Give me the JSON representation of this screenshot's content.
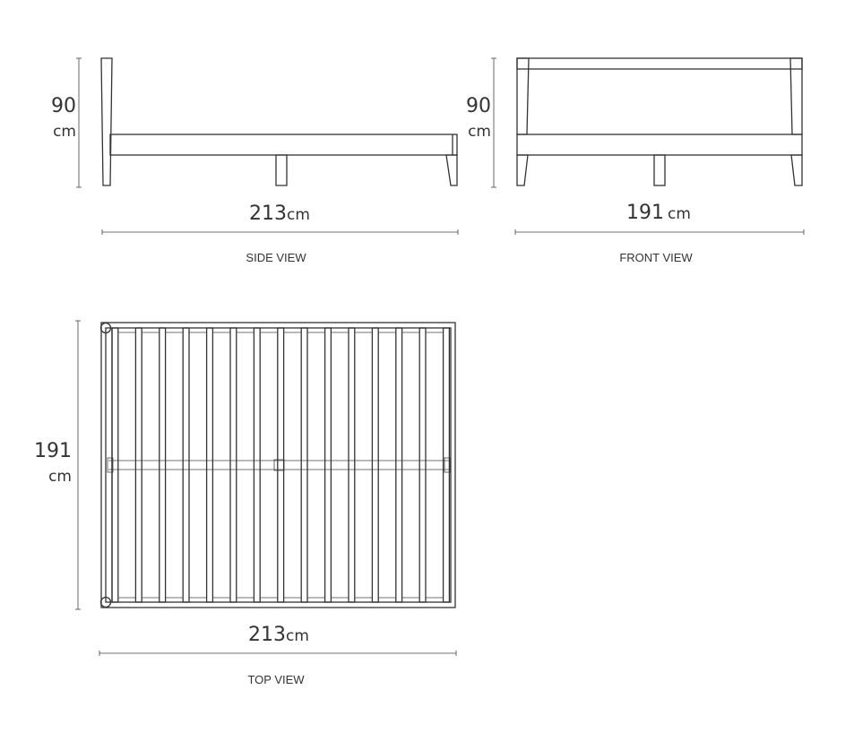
{
  "side_view": {
    "height_value": "90",
    "height_unit": "cm",
    "length_value": "213",
    "length_unit": "cm",
    "caption": "SIDE VIEW"
  },
  "front_view": {
    "height_value": "90",
    "height_unit": "cm",
    "width_value": "191",
    "width_unit": "cm",
    "caption": "FRONT VIEW"
  },
  "top_view": {
    "width_value": "191",
    "width_unit": "cm",
    "length_value": "213",
    "length_unit": "cm",
    "caption": "TOP VIEW"
  },
  "colors": {
    "line": "#333333",
    "background": "#ffffff"
  }
}
